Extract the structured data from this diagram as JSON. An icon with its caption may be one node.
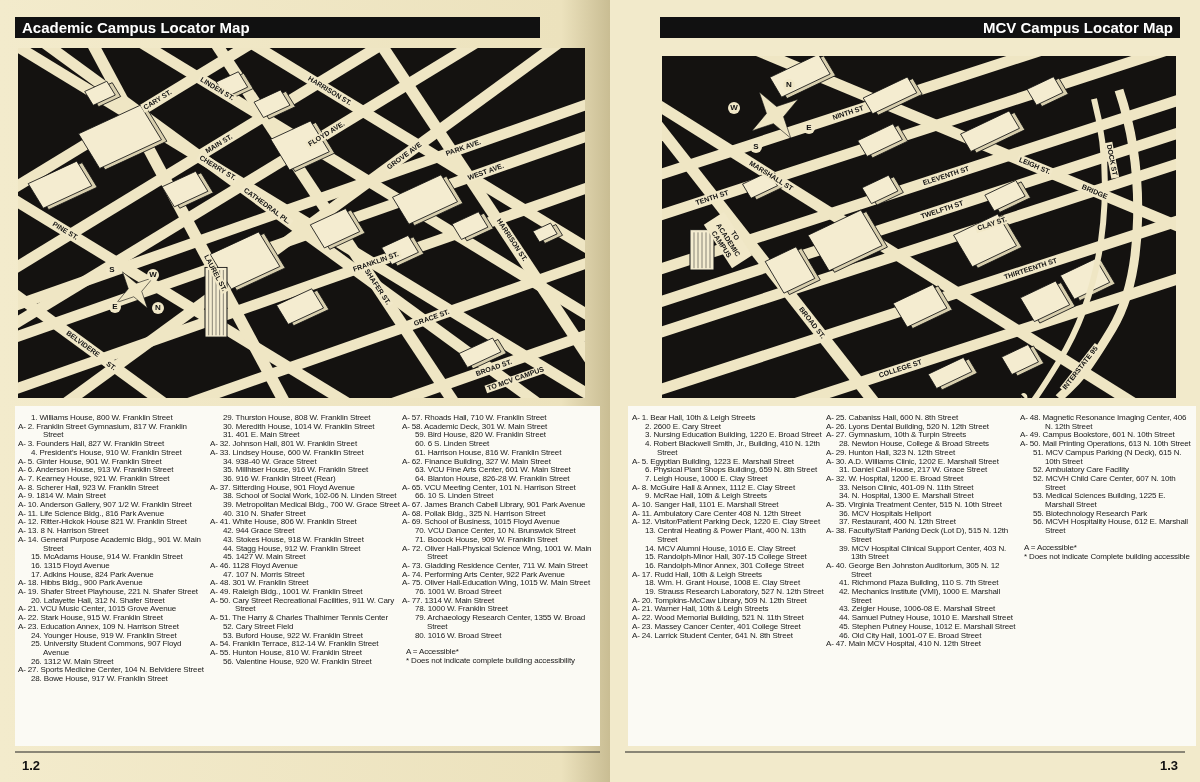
{
  "diagram": {
    "labels": [
      "Academic Campus Locator Map",
      "CARY ST.",
      "LINDEN ST.",
      "HARRISON ST.",
      "MAIN ST.",
      "FLOYD AVE.",
      "CHERRY ST.",
      "GROVE AVE",
      "PARK AVE.",
      "WEST AVE.",
      "CATHEDRAL PL.",
      "PINE ST.",
      "LAUREL ST.",
      "FRANKLIN ST.",
      "SHAFER ST.",
      "HARRISON ST.",
      "GRACE ST.",
      "BELVIDERE",
      "ST.",
      "BROAD ST.",
      "TO MCV CAMPUS",
      "S",
      "W",
      "E",
      "N",
      "1. Williams House, 800 W. Franklin Street",
      "A- 2. Franklin Street Gymnasium, 817 W. Franklin Street",
      "A- 3. Founders Hall, 827 W. Franklin Street",
      "4. President's House, 910 W. Franklin Street",
      "A- 5. Ginter House, 901 W. Franklin Street",
      "A- 6. Anderson House, 913 W. Franklin Street",
      "A- 7. Kearney House, 921 W. Franklin Street",
      "A- 8. Scherer Hall, 923 W. Franklin Street",
      "A- 9. 1814 W. Main Street",
      "A- 10. Anderson Gallery, 907 1/2 W. Franklin Street",
      "A- 11. Life Science Bldg., 816 Park Avenue",
      "A- 12. Ritter-Hickok House 821 W. Franklin Street",
      "A- 13. 8 N. Harrison Street",
      "A- 14. General Purpose Academic Bldg., 901 W. Main Street",
      "15. McAdams House, 914 W. Franklin Street",
      "16. 1315 Floyd Avenue",
      "17. Adkins House, 824 Park Avenue",
      "A- 18. Hibbs Bldg., 900 Park Avenue",
      "A- 19. Shafer Street Playhouse, 221 N. Shafer Street",
      "20. Lafayette Hall, 312 N. Shafer Street",
      "A- 21. VCU Music Center, 1015 Grove Avenue",
      "A- 22. Stark House, 915 W. Franklin Street",
      "A- 23. Education Annex, 109 N. Harrison Street",
      "24. Younger House, 919 W. Franklin Street",
      "25. University Student Commons, 907 Floyd Avenue",
      "26. 1312 W. Main Street",
      "A- 27. Sports Medicine Center, 104 N. Belvidere Street",
      "28. Bowe House, 917 W. Franklin Street",
      "29. Thurston House, 808 W. Franklin Street",
      "30. Meredith House, 1014 W. Franklin Street",
      "31. 401 E. Main Street",
      "A- 32. Johnson Hall, 801 W. Franklin Street",
      "A- 33. Lindsey House, 600 W. Franklin Street",
      "34. 938-40 W. Grace Street",
      "35. Millhiser House, 916 W. Franklin Street",
      "36. 916 W. Franklin Street (Rear)",
      "A- 37. Sitterding House, 901 Floyd Avenue",
      "38. School of Social Work, 102-06 N. Linden Street",
      "39. Metropolitan Medical Bldg., 700 W. Grace Street",
      "40. 310 N. Shafer Street",
      "A- 41. White House, 806 W. Franklin Street",
      "42. 944 Grace Street",
      "43. Stokes House, 918 W. Franklin Street",
      "44. Stagg House, 912 W. Franklin Street",
      "45. 1427 W. Main Street",
      "A- 46. 1128 Floyd Avenue",
      "47. 107 N. Morris Street",
      "A- 48. 301 W. Franklin Street",
      "A- 49. Raleigh Bldg., 1001 W. Franklin Street",
      "A- 50. Cary Street Recreational Facilities, 911 W. Cary Street",
      "A- 51. The Harry & Charles Thalhimer Tennis Center",
      "52. Cary Street Field",
      "53. Buford House, 922 W. Franklin Street",
      "A- 54. Franklin Terrace, 812-14 W. Franklin Street",
      "A- 55. Hunton House, 810 W. Franklin Street",
      "56. Valentine House, 920 W. Franklin Street",
      "A- 57. Rhoads Hall, 710 W. Franklin Street",
      "A- 58. Academic Deck, 301 W. Main Street",
      "59. Bird House, 820 W. Franklin Street",
      "60. 6 S. Linden Street",
      "61. Harrison House, 816 W. Franklin Street",
      "A- 62. Finance Building, 327 W. Main Street",
      "63. VCU Fine Arts Center, 601 W. Main Street",
      "64. Blanton House, 826-28 W. Franklin Street",
      "A- 65. VCU Meeting Center, 101 N. Harrison Street",
      "66. 10 S. Linden Street",
      "A- 67. James Branch Cabell Library, 901 Park Avenue",
      "A- 68. Pollak Bldg., 325 N. Harrison Street",
      "A- 69. School of Business, 1015 Floyd Avenue",
      "70. VCU Dance Center, 10 N. Brunswick Street",
      "71. Bocock House, 909 W. Franklin Street",
      "A- 72. Oliver Hall-Physical Science Wing, 1001 W. Main Street",
      "A- 73. Gladding Residence Center, 711 W. Main Street",
      "A- 74. Performing Arts Center, 922 Park Avenue",
      "A- 75. Oliver Hall-Education Wing, 1015 W. Main Street",
      "76. 1001 W. Broad Street",
      "A- 77. 1314 W. Main Street",
      "78. 1000 W. Franklin Street",
      "79. Archaeology Research Center, 1355 W. Broad Street",
      "80. 1016 W. Broad Street",
      "A = Accessible*",
      "* Does not indicate complete building accessibility",
      "1.2",
      "MCV Campus Locator Map",
      "NINTH ST",
      "MARSHALL ST",
      "TENTH ST",
      "TO ACADEMIC CAMPUS",
      "ELEVENTH ST",
      "LEIGH ST.",
      "TWELFTH ST",
      "CLAY ST.",
      "BRIDGE",
      "DOCK ST",
      "THIRTEENTH ST",
      "BROAD ST.",
      "COLLEGE ST",
      "INTERSTATE 95",
      "N",
      "W",
      "E",
      "S",
      "A- 1. Bear Hall, 10th & Leigh Streets",
      "2. 2600 E. Cary Street",
      "3. Nursing Education Building, 1220 E. Broad Street",
      "4. Robert Blackwell Smith, Jr., Building, 410 N. 12th Street",
      "A- 5. Egyptian Building, 1223 E. Marshall Street",
      "6. Physical Plant Shops Building, 659 N. 8th Street",
      "7. Leigh House, 1000 E. Clay Street",
      "A- 8. McGuire Hall & Annex, 1112 E. Clay Street",
      "9. McRae Hall, 10th & Leigh Streets",
      "A- 10. Sanger Hall, 1101 E. Marshall Street",
      "A- 11. Ambulatory Care Center 408 N. 12th Street",
      "A- 12. Visitor/Patient Parking Deck, 1220 E. Clay Street",
      "13. Central Heating & Power Plant, 400 N. 13th Street",
      "14. MCV Alumni House, 1016 E. Clay Street",
      "15. Randolph-Minor Hall, 307-15 College Street",
      "16. Randolph-Minor Annex, 301 College Street",
      "A- 17. Rudd Hall, 10th & Leigh Streets",
      "18. Wm. H. Grant House, 1008 E. Clay Street",
      "19. Strauss Research Laboratory, 527 N. 12th Street",
      "A- 20. Tompkins-McCaw Library, 509 N. 12th Street",
      "A- 21. Warner Hall, 10th & Leigh Streets",
      "A- 22. Wood Memorial Building, 521 N. 11th Street",
      "A- 23. Massey Cancer Center, 401 College Street",
      "A- 24. Larrick Student Center, 641 N. 8th Street",
      "A- 25. Cabaniss Hall, 600 N. 8th Street",
      "A- 26. Lyons Dental Building, 520 N. 12th Street",
      "A- 27. Gymnasium, 10th & Turpin Streets",
      "28. Newton House, College & Broad Streets",
      "A- 29. Hunton Hall, 323 N. 12th Street",
      "A- 30. A.D. Williams Clinic, 1202 E. Marshall Street",
      "31. Daniel Call House, 217 W. Grace Street",
      "A- 32. W. Hospital, 1200 E. Broad Street",
      "33. Nelson Clinic, 401-09 N. 11th Street",
      "34. N. Hospital, 1300 E. Marshall Street",
      "A- 35. Virginia Treatment Center, 515 N. 10th Street",
      "36. MCV Hospitals Heliport",
      "37. Restaurant, 400 N. 12th Street",
      "A- 38. Faculty/Staff Parking Deck (Lot D), 515 N. 12th Street",
      "39. MCV Hospital Clinical Support Center, 403 N. 13th Street",
      "A- 40. George Ben Johnston Auditorium, 305 N. 12 Street",
      "41. Richmond Plaza Building, 110 S. 7th Street",
      "42. Mechanics Institute (VMI), 1000 E. Marshall Street",
      "43. Zeigler House, 1006-08 E. Marshall Street",
      "44. Samuel Putney House, 1010 E. Marshall Street",
      "45. Stephen Putney House, 1012 E. Marshall Street",
      "46. Old City Hall, 1001-07 E. Broad Street",
      "A- 47. Main MCV Hospital, 410 N. 12th Street",
      "A- 48. Magnetic Resonance Imaging Center, 406 N. 12th Street",
      "A- 49. Campus Bookstore, 601 N. 10th Street",
      "A- 50. Mail Printing Operations, 613 N. 10th Street",
      "51. MCV Campus Parking (N Deck), 615 N. 10th Street",
      "52. Ambulatory Care Facility",
      "52. MCVH Child Care Center, 607 N. 10th Street",
      "53. Medical Sciences Building, 1225 E. Marshall Street",
      "55. Biotechnology Research Park",
      "56. MCVH Hospitality House, 612 E. Marshall Street",
      "A = Accessible*",
      "* Does not indicate Complete building accessible",
      "1.3"
    ]
  }
}
